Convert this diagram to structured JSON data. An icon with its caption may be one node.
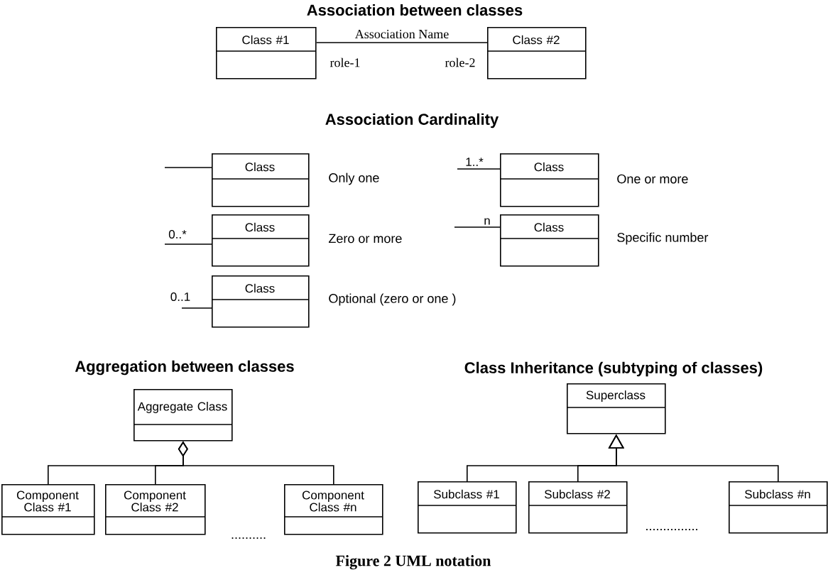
{
  "diagram": {
    "caption": "Figure 2 UML notation",
    "nodes": [
      {
        "text": [
          "Class #1"
        ]
      },
      {
        "text": [
          "Class #2"
        ]
      },
      {
        "text": [
          "Class"
        ],
        "beside": [
          "Only one"
        ]
      },
      {
        "text": [
          "Class"
        ],
        "beside": [
          "Zero or more"
        ]
      },
      {
        "text": [
          "Class"
        ],
        "beside": [
          "Optional (zero or one )"
        ]
      },
      {
        "text": [
          "Class"
        ],
        "beside": [
          "One or more"
        ]
      },
      {
        "text": [
          "Class"
        ],
        "beside": [
          "Specific number"
        ]
      },
      {
        "text": [
          "Aggregate Class"
        ]
      },
      {
        "text": [
          "Component Class #1"
        ]
      },
      {
        "text": [
          "Component Class #2"
        ]
      },
      {
        "text": [
          "Component Class #n"
        ]
      },
      {
        "text": [
          "Superclass"
        ]
      },
      {
        "text": [
          "Subclass #1"
        ]
      },
      {
        "text": [
          "Subclass #2"
        ]
      },
      {
        "text": [
          "Subclass #n"
        ]
      }
    ],
    "edges": [
      {
        "from": 0,
        "to": 1,
        "arrow": "none",
        "label": "Association Name"
      },
      {
        "from": null,
        "to": 2,
        "arrow": "none"
      },
      {
        "from": null,
        "to": 3,
        "arrow": "none",
        "label": "0..*"
      },
      {
        "from": null,
        "to": 4,
        "arrow": "none",
        "label": "0..1"
      },
      {
        "from": null,
        "to": 5,
        "arrow": "none",
        "label": "1..*"
      },
      {
        "from": null,
        "to": 6,
        "arrow": "none",
        "label": "n"
      },
      {
        "from": 8,
        "to": 7,
        "arrow": "other"
      },
      {
        "from": 9,
        "to": 7,
        "arrow": "other"
      },
      {
        "from": 10,
        "to": 7,
        "arrow": "other"
      },
      {
        "from": 12,
        "to": 11,
        "arrow": "to"
      },
      {
        "from": 13,
        "to": 11,
        "arrow": "to"
      },
      {
        "from": 14,
        "to": 11,
        "arrow": "to"
      }
    ],
    "labels": [
      "Association between classes",
      "role-1",
      "role-2",
      "Association Cardinality",
      "Aggregation between classes",
      "Class Inheritance (subtyping of classes)",
      "..........",
      "..............."
    ]
  }
}
